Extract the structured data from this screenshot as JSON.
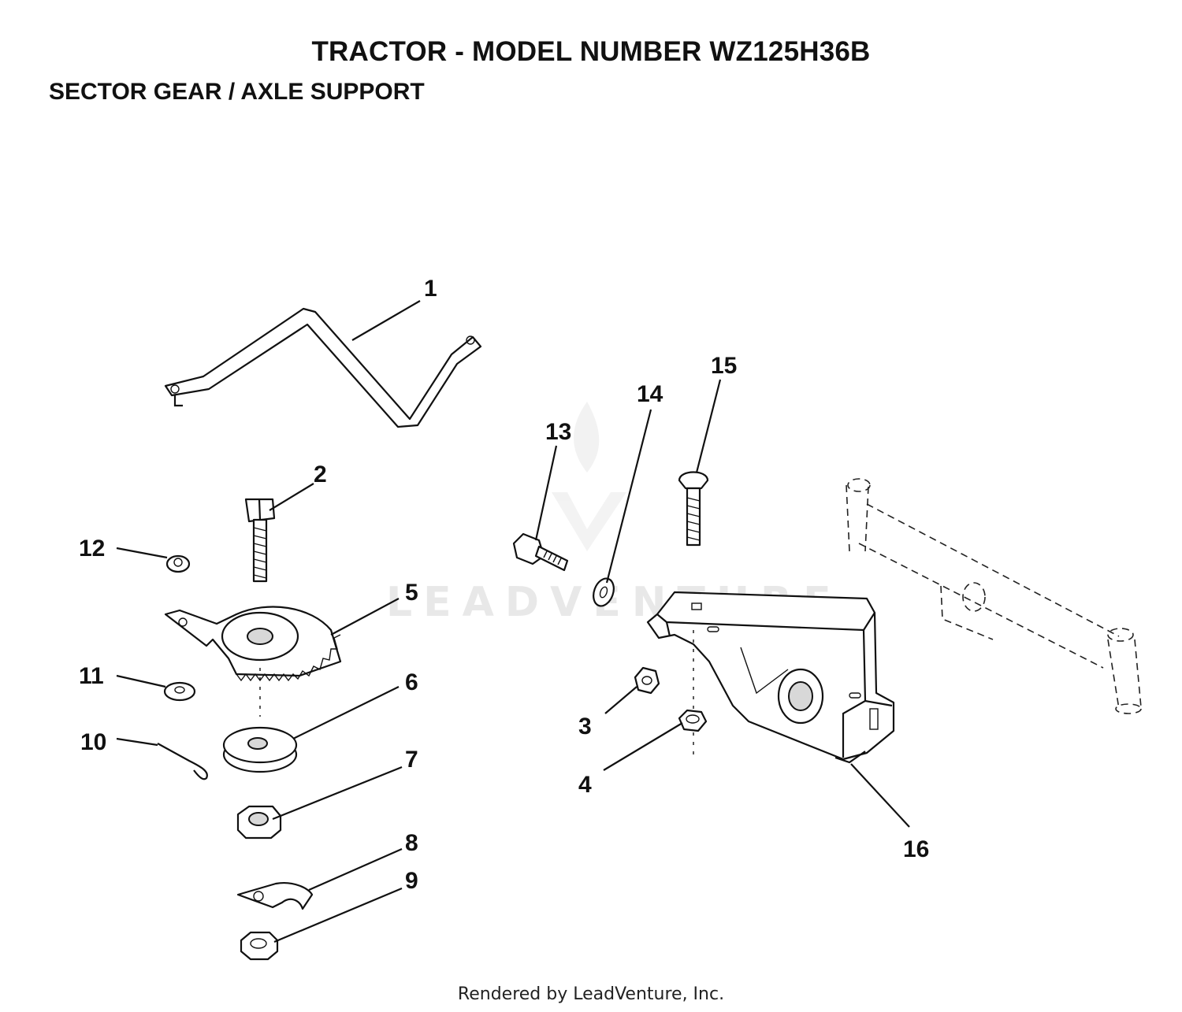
{
  "header": {
    "title": "TRACTOR  - MODEL NUMBER WZ125H36B",
    "subtitle": "SECTOR GEAR / AXLE SUPPORT"
  },
  "watermark": {
    "text": "LEADVENTURE"
  },
  "callouts": [
    "1",
    "2",
    "3",
    "4",
    "5",
    "6",
    "7",
    "8",
    "9",
    "10",
    "11",
    "12",
    "13",
    "14",
    "15",
    "16"
  ],
  "footer": {
    "text": "Rendered by LeadVenture, Inc."
  }
}
